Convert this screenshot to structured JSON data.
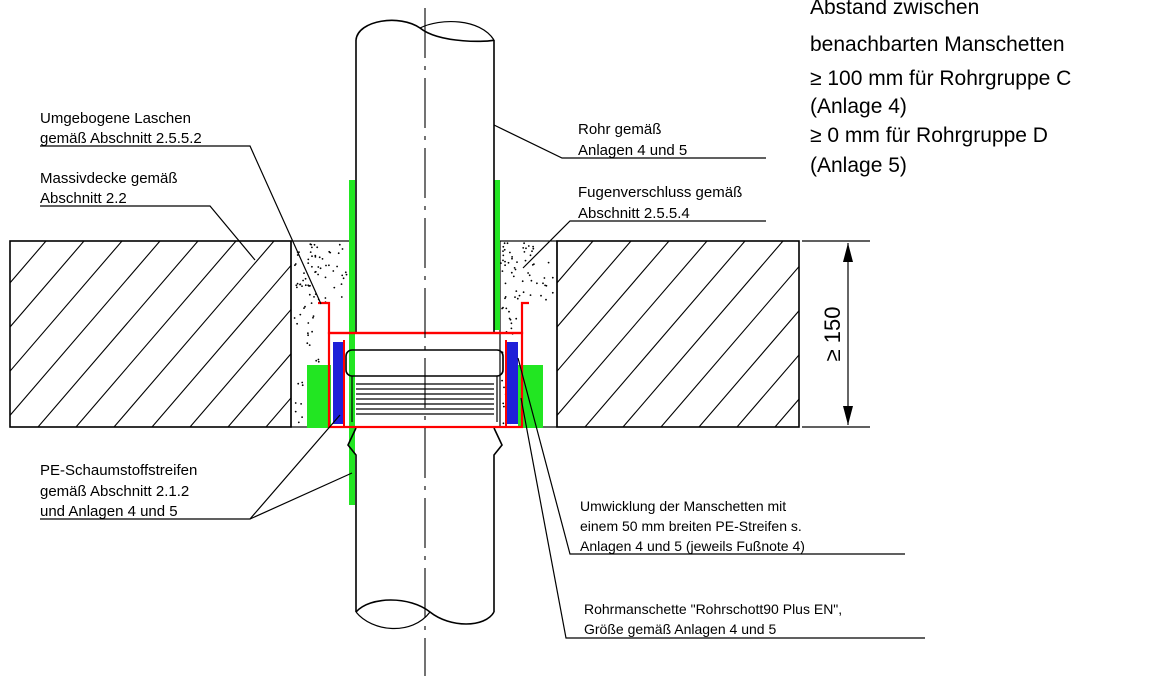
{
  "labels": {
    "spacing_line1": "Abstand zwischen",
    "spacing_line2": "benachbarten Manschetten",
    "spacing_line3": "≥ 100 mm für Rohrgruppe C",
    "spacing_line4": "(Anlage 4)",
    "spacing_line5": "≥ 0 mm für Rohrgruppe D",
    "spacing_line6": "(Anlage 5)",
    "laschen_line1": "Umgebogene Laschen",
    "laschen_line2": "gemäß Abschnitt 2.5.5.2",
    "decke_line1": "Massivdecke gemäß",
    "decke_line2": "Abschnitt 2.2",
    "rohr_line1": "Rohr gemäß",
    "rohr_line2": "Anlagen 4 und 5",
    "fugen_line1": "Fugenverschluss gemäß",
    "fugen_line2": "Abschnitt 2.5.5.4",
    "pe_line1": "PE-Schaumstoffstreifen",
    "pe_line2": "gemäß Abschnitt 2.1.2",
    "pe_line3": "und Anlagen 4 und 5",
    "wicklung_line1": "Umwicklung der Manschetten mit",
    "wicklung_line2": "einem 50 mm breiten PE-Streifen s.",
    "wicklung_line3": "Anlagen 4 und  5 (jeweils Fußnote 4)",
    "manschette_line1": "Rohrmanschette \"Rohrschott90 Plus EN\",",
    "manschette_line2": "Größe gemäß Anlagen 4 und 5",
    "dimension": "≥ 150"
  },
  "colors": {
    "line": "#000000",
    "pe_strip": "#22e622",
    "collar": "#ff0000",
    "intumescent": "#1f1fd8",
    "background": "#ffffff"
  }
}
